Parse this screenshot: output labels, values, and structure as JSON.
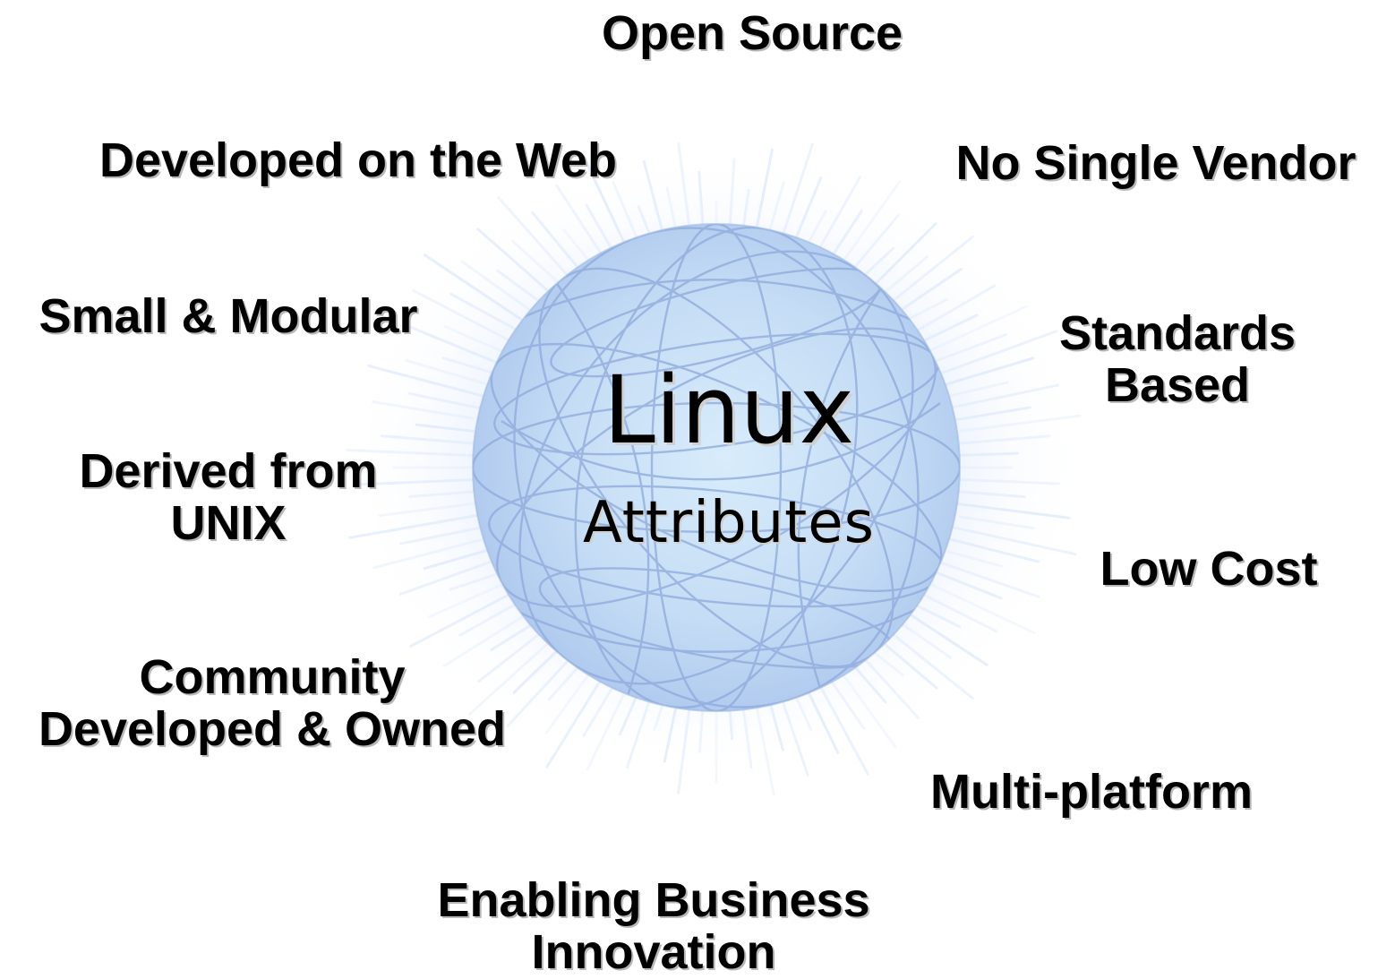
{
  "center": {
    "title": "Linux",
    "subtitle": "Attributes"
  },
  "attributes": {
    "open_source": "Open Source",
    "developed_on_web": "Developed on the Web",
    "no_single_vendor": "No Single Vendor",
    "small_modular": "Small & Modular",
    "standards_based": "Standards\nBased",
    "derived_from_unix": "Derived from\nUNIX",
    "low_cost": "Low Cost",
    "community": "Community\nDeveloped & Owned",
    "multi_platform": "Multi-platform",
    "enabling_business": "Enabling Business\nInnovation"
  },
  "colors": {
    "globe_fill": "#cfe3f7",
    "globe_lines": "#8aa6da",
    "glow": "#dbe8fb",
    "text": "#000000",
    "text_shadow": "#b8b8b8"
  }
}
